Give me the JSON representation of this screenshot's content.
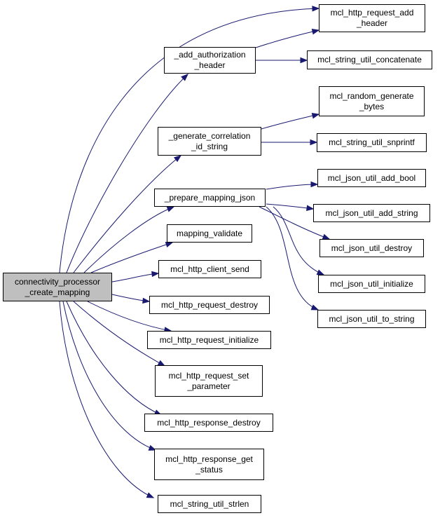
{
  "root": {
    "line1": "connectivity_processor",
    "line2": "_create_mapping"
  },
  "nodes": {
    "add_auth": {
      "line1": "_add_authorization",
      "line2": "_header"
    },
    "gen_corr": {
      "line1": "_generate_correlation",
      "line2": "_id_string"
    },
    "prep_json": {
      "line1": "_prepare_mapping_json"
    },
    "mapping_validate": {
      "line1": "mapping_validate"
    },
    "http_client_send": {
      "line1": "mcl_http_client_send"
    },
    "http_req_destroy": {
      "line1": "mcl_http_request_destroy"
    },
    "http_req_init": {
      "line1": "mcl_http_request_initialize"
    },
    "http_req_set_param": {
      "line1": "mcl_http_request_set",
      "line2": "_parameter"
    },
    "http_resp_destroy": {
      "line1": "mcl_http_response_destroy"
    },
    "http_resp_status": {
      "line1": "mcl_http_response_get",
      "line2": "_status"
    },
    "str_strlen": {
      "line1": "mcl_string_util_strlen"
    },
    "http_req_add_header": {
      "line1": "mcl_http_request_add",
      "line2": "_header"
    },
    "str_concat": {
      "line1": "mcl_string_util_concatenate"
    },
    "rand_bytes": {
      "line1": "mcl_random_generate",
      "line2": "_bytes"
    },
    "str_snprintf": {
      "line1": "mcl_string_util_snprintf"
    },
    "json_add_bool": {
      "line1": "mcl_json_util_add_bool"
    },
    "json_add_string": {
      "line1": "mcl_json_util_add_string"
    },
    "json_destroy": {
      "line1": "mcl_json_util_destroy"
    },
    "json_initialize": {
      "line1": "mcl_json_util_initialize"
    },
    "json_to_string": {
      "line1": "mcl_json_util_to_string"
    }
  },
  "colors": {
    "edge": "#191970",
    "root_fill": "#bfbfbf",
    "node_fill": "#ffffff",
    "border": "#000000"
  }
}
